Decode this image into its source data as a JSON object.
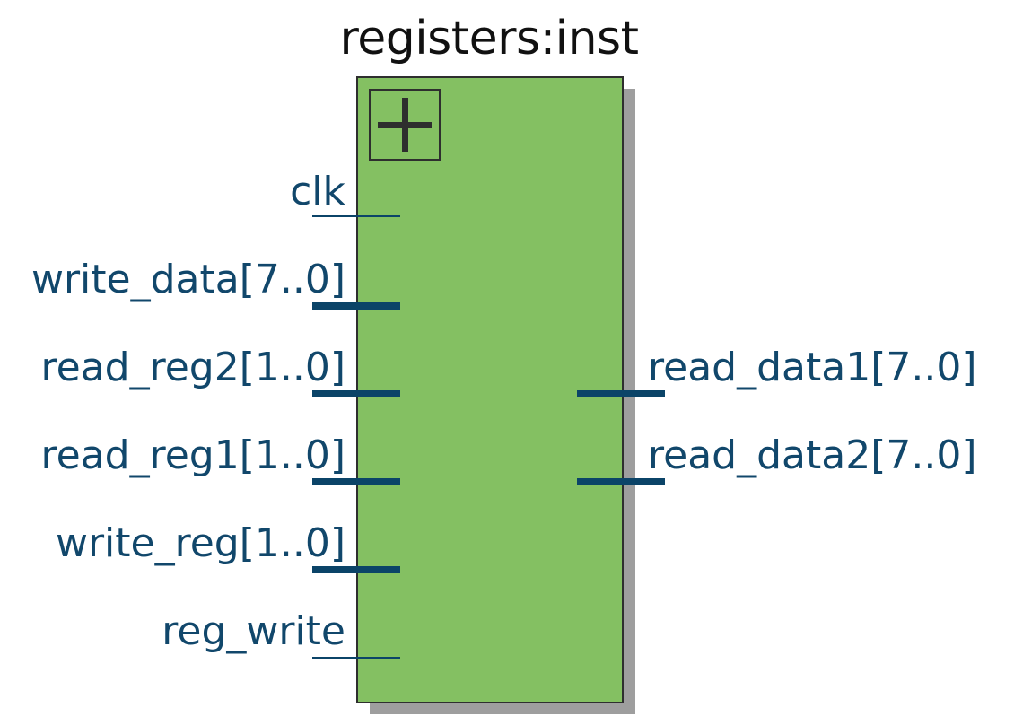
{
  "title": "registers:inst",
  "inputs": [
    {
      "name": "clk",
      "bus": false
    },
    {
      "name": "write_data[7..0]",
      "bus": true
    },
    {
      "name": "read_reg2[1..0]",
      "bus": true
    },
    {
      "name": "read_reg1[1..0]",
      "bus": true
    },
    {
      "name": "write_reg[1..0]",
      "bus": true
    },
    {
      "name": "reg_write",
      "bus": false
    }
  ],
  "outputs": [
    {
      "name": "read_data1[7..0]",
      "bus": true
    },
    {
      "name": "read_data2[7..0]",
      "bus": true
    }
  ],
  "colors": {
    "block_fill": "#84c062",
    "block_border": "#2e2e2e",
    "shadow": "#9e9e9e",
    "pin": "#0b4468",
    "label": "#11476b"
  },
  "icons": {
    "expand": "plus-icon"
  }
}
